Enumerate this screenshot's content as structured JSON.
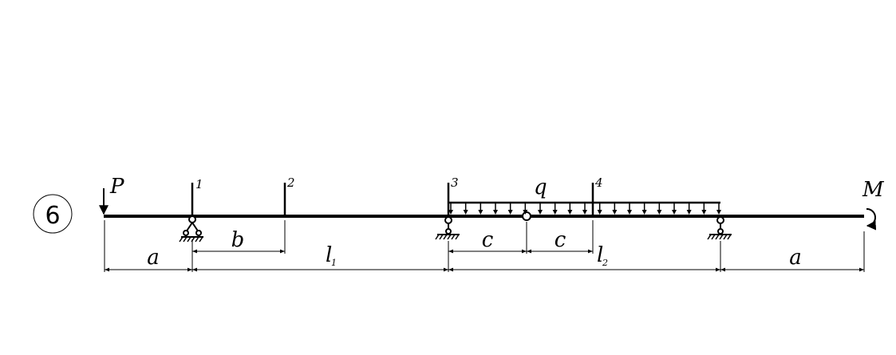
{
  "diagram": {
    "problem_number": "6",
    "loads": {
      "force": "P",
      "distributed": "q",
      "moment": "M"
    },
    "sections": [
      "1",
      "2",
      "3",
      "4"
    ],
    "dimensions": {
      "a_left": "a",
      "b": "b",
      "l1": "l",
      "l1_sub": "1",
      "c1": "c",
      "c2": "c",
      "l2": "l",
      "l2_sub": "2",
      "a_right": "a"
    }
  }
}
